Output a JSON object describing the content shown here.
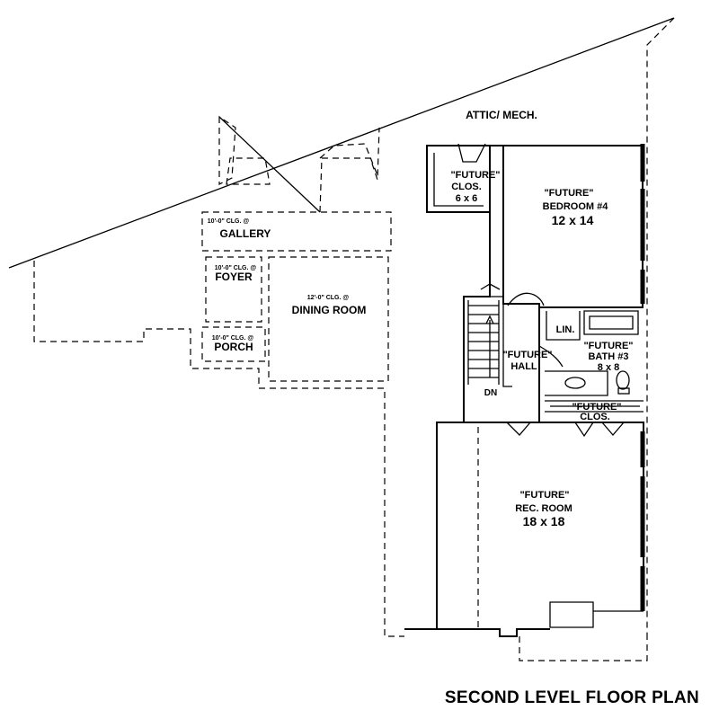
{
  "labels": {
    "attic": "ATTIC/ MECH.",
    "gallery_clg": "10'-0\" CLG. @",
    "gallery": "GALLERY",
    "foyer_clg": "10'-0\" CLG. @",
    "foyer": "FOYER",
    "porch_clg": "10'-0\" CLG. @",
    "porch": "PORCH",
    "dining_clg": "12'-0\" CLG. @",
    "dining": "DINING ROOM",
    "closet1_future": "\"FUTURE\"",
    "closet1_name": "CLOS.",
    "closet1_size": "6 x 6",
    "bedroom_future": "\"FUTURE\"",
    "bedroom_name": "BEDROOM #4",
    "bedroom_size": "12 x 14",
    "lin": "LIN.",
    "bath_future": "\"FUTURE\"",
    "bath_name": "BATH #3",
    "bath_size": "8 x 8",
    "hall_future": "\"FUTURE\"",
    "hall_name": "HALL",
    "closet2_future": "\"FUTURE\"",
    "closet2_name": "CLOS.",
    "dn": "DN",
    "rec_future": "\"FUTURE\"",
    "rec_name": "REC. ROOM",
    "rec_size": "18 x 18"
  },
  "title": "SECOND LEVEL FLOOR PLAN"
}
